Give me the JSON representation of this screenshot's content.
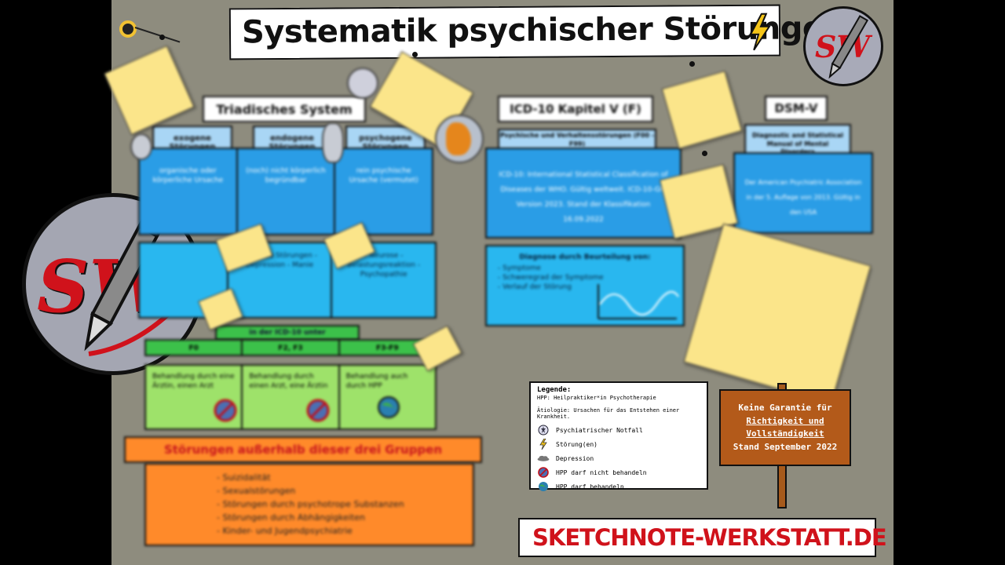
{
  "title": "Systematik psychischer Störungen",
  "website": "SKETCHNOTE-WERKSTATT.DE",
  "logo_text": "SW",
  "sections": {
    "triadic": {
      "header": "Triadisches System",
      "col1": {
        "title": "exogene Störungen",
        "body": "organische oder körperliche Ursache"
      },
      "col2": {
        "title": "endogene Störungen",
        "body": "(noch) nicht körperlich begründbar"
      },
      "col3": {
        "title": "psychogene Störungen",
        "body": "rein psychische Ursache (vermutet)"
      },
      "row2": {
        "c2": "Affektive Störungen - Depression - Manie",
        "c3": "- Neurose - Belastungsreaktion - Psychopathie"
      },
      "icd_bar": "in der ICD-10 unter",
      "codes": [
        "F0",
        "F2, F3",
        "F3-F9"
      ],
      "treat": [
        "Behandlung durch eine Ärztin, einen Arzt",
        "Behandlung durch einen Arzt, eine Ärztin",
        "Behandlung auch durch HPP"
      ]
    },
    "icd": {
      "header": "ICD-10 Kapitel V (F)",
      "sub": "Psychische und Verhaltensstörungen (F00 - F99)",
      "body": "ICD-10: International Statistical Classification of Diseases der WHO. Gültig weltweit. ICD-10-GM Version 2023. Stand der Klassifikation 16.09.2022",
      "diag_title": "Diagnose durch Beurteilung von:",
      "diag_items": [
        "- Symptome",
        "- Schweregrad der Symptome",
        "- Verlauf der Störung"
      ]
    },
    "dsm": {
      "header": "DSM-V",
      "sub": "Diagnostic and Statistical Manual of Mental Disorders",
      "body": "Der American Psychiatric Association in der 5. Auflage von 2013. Gültig in den USA"
    },
    "outside": {
      "header": "Störungen außerhalb dieser drei Gruppen",
      "items": [
        "- Suizidalität",
        "- Sexualstörungen",
        "- Störungen durch psychotrope Substanzen",
        "- Störungen durch Abhängigkeiten",
        "- Kinder- und Jugendpsychiatrie"
      ]
    }
  },
  "legend": {
    "title": "Legende:",
    "line1": "HPP: Heilpraktiker*in Psychotherapie",
    "line2": "Ätiologie: Ursachen für das Entstehen einer Krankheit.",
    "items": [
      {
        "icon": "emergency-icon",
        "label": "Psychiatrischer Notfall"
      },
      {
        "icon": "lightning-icon",
        "label": "Störung(en)"
      },
      {
        "icon": "cloud-icon",
        "label": "Depression"
      },
      {
        "icon": "no-entry-icon",
        "label": "HPP darf nicht behandeln"
      },
      {
        "icon": "globe-icon",
        "label": "HPP darf behandeln"
      }
    ]
  },
  "sign": {
    "line1": "Keine Garantie für",
    "line2": "Richtigkeit und",
    "line3": "Vollständigkeit",
    "line4": "Stand September 2022"
  },
  "colors": {
    "board": "#8e8c7e",
    "blue": "#2a9de6",
    "cyan": "#29b7ef",
    "green": "#9ee26a",
    "orange": "#ff8a2a",
    "note": "#fbe58a",
    "brand_red": "#d0121b",
    "sign": "#b35a1a"
  }
}
